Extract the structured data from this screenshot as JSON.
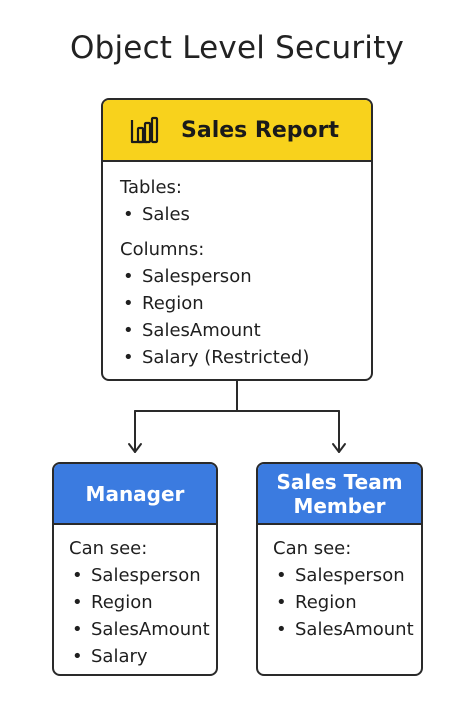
{
  "title": "Object Level Security",
  "report": {
    "icon": "power-bi-icon",
    "title": "Sales Report",
    "tables_label": "Tables:",
    "tables": [
      "Sales"
    ],
    "columns_label": "Columns:",
    "columns": [
      "Salesperson",
      "Region",
      "SalesAmount",
      "Salary (Restricted)"
    ]
  },
  "roles": [
    {
      "title_lines": [
        "Manager"
      ],
      "can_see_label": "Can see:",
      "items": [
        "Salesperson",
        "Region",
        "SalesAmount",
        "Salary"
      ]
    },
    {
      "title_lines": [
        "Sales Team",
        "Member"
      ],
      "can_see_label": "Can see:",
      "items": [
        "Salesperson",
        "Region",
        "SalesAmount"
      ]
    }
  ],
  "bullet": "•",
  "colors": {
    "report_header": "#f8d21c",
    "role_header": "#3b7be0",
    "border": "#2a2a2a"
  }
}
